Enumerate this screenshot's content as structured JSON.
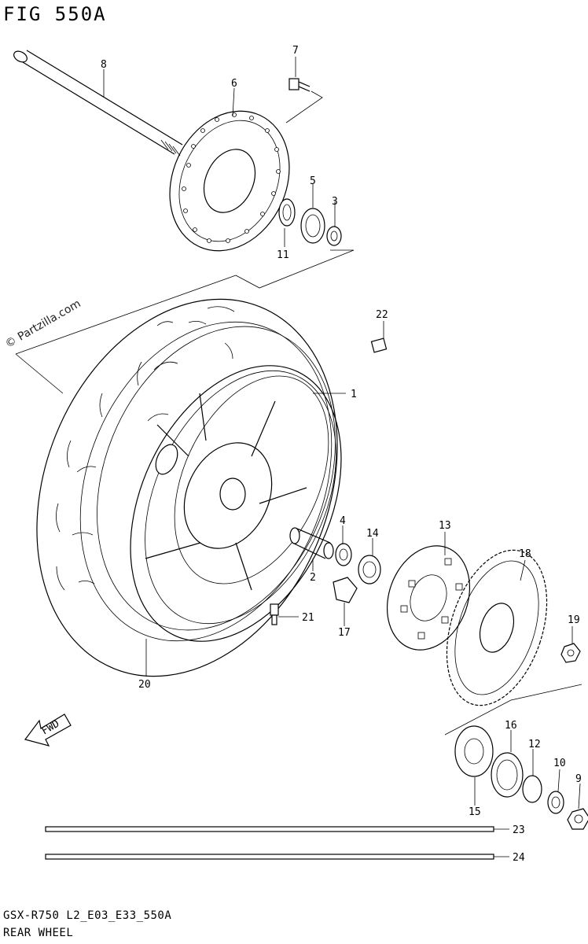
{
  "figure_title": "FIG 550A",
  "footer": {
    "code": "GSX-R750 L2_E03_E33_550A",
    "title": "REAR WHEEL"
  },
  "watermark": "© Partzilla.com",
  "fwd_label": "FWD",
  "callouts": [
    "1",
    "2",
    "3",
    "4",
    "5",
    "6",
    "7",
    "8",
    "9",
    "10",
    "11",
    "12",
    "13",
    "14",
    "15",
    "16",
    "17",
    "18",
    "19",
    "20",
    "21",
    "22",
    "23",
    "24"
  ]
}
